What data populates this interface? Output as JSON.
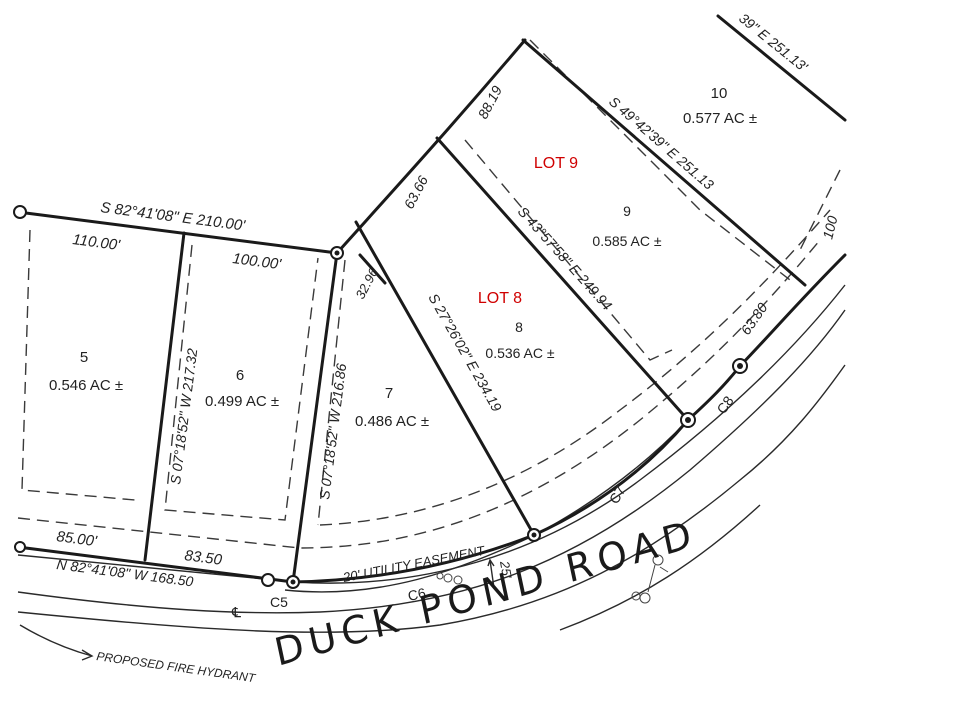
{
  "lots": [
    {
      "id": "lot-5",
      "number": "5",
      "area": "0.546 AC ±"
    },
    {
      "id": "lot-6",
      "number": "6",
      "area": "0.499 AC ±"
    },
    {
      "id": "lot-7",
      "number": "7",
      "area": "0.486 AC ±"
    },
    {
      "id": "lot-8",
      "number": "8",
      "area": "0.536 AC ±",
      "highlight": "LOT 8"
    },
    {
      "id": "lot-9",
      "number": "9",
      "area": "0.585 AC ±",
      "highlight": "LOT 9"
    },
    {
      "id": "lot-10",
      "number": "10",
      "area": "0.577 AC ±"
    }
  ],
  "bearings": {
    "north_line": "S 82°41'08\" E 210.00'",
    "west_divider": "S 07°18'52\" W 217.32",
    "east_divider": "S 07°18'52\" W 216.86",
    "lot8_west": "S 27°26'02\" E 234.19",
    "lot8_9": "S 43°57'58\" E 249.94",
    "lot9_10": "S 49°42'39\" E 251.13",
    "top_right": "39\" E 251.13'",
    "south_line": "N 82°41'08\" W 168.50"
  },
  "dimensions": {
    "lot5_north": "110.00'",
    "lot6_north": "100.00'",
    "lot5_south": "85.00'",
    "lot6_south": "83.50",
    "lot7_frontage": "32.96",
    "lot8_frontage": "63.66",
    "lot9_frontage": "88.19",
    "lot10_frontage": "63.80",
    "right_edge": "100",
    "easement_width": "25'"
  },
  "curves": [
    "C5",
    "C6",
    "C7",
    "C8"
  ],
  "labels": {
    "easement": "20' UTILITY EASEMENT",
    "road": "DUCK POND ROAD",
    "hydrant": "PROPOSED FIRE HYDRANT",
    "centerline": "℄"
  }
}
